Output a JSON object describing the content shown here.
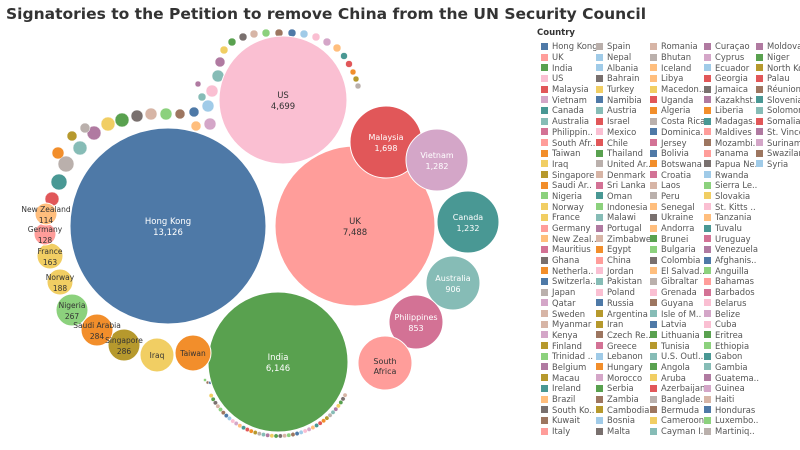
{
  "title": "Signatories to the Petition to remove China from the UN Security Council",
  "chart_data": {
    "type": "packed-bubble",
    "title": "Signatories to the Petition to remove China from the UN Security Council",
    "legend_title": "Country",
    "legend_placement": "right",
    "bubbles": [
      {
        "label": "Hong Kong",
        "value": 13126,
        "display": "13,126",
        "color": "#4e79a7"
      },
      {
        "label": "UK",
        "value": 7488,
        "display": "7,488",
        "color": "#ff9d9a"
      },
      {
        "label": "India",
        "value": 6146,
        "display": "6,146",
        "color": "#59a14f"
      },
      {
        "label": "US",
        "value": 4699,
        "display": "4,699",
        "color": "#fabfd2"
      },
      {
        "label": "Malaysia",
        "value": 1698,
        "display": "1,698",
        "color": "#e15759"
      },
      {
        "label": "Vietnam",
        "value": 1282,
        "display": "1,282",
        "color": "#d4a6c8"
      },
      {
        "label": "Canada",
        "value": 1232,
        "display": "1,232",
        "color": "#499894"
      },
      {
        "label": "Australia",
        "value": 906,
        "display": "906",
        "color": "#86bcb6"
      },
      {
        "label": "Philippines",
        "value": 853,
        "display": "853",
        "color": "#d37295"
      },
      {
        "label": "South Africa",
        "value": null,
        "display": "",
        "color": "#ff9d9a"
      },
      {
        "label": "Taiwan",
        "value": null,
        "display": "",
        "color": "#f28e2b"
      },
      {
        "label": "Iraq",
        "value": null,
        "display": "",
        "color": "#f1ce63"
      },
      {
        "label": "Singapore",
        "value": 286,
        "display": "286",
        "color": "#b6992d"
      },
      {
        "label": "Saudi Arabia",
        "value": 284,
        "display": "284",
        "color": "#f28e2b"
      },
      {
        "label": "Nigeria",
        "value": 267,
        "display": "267",
        "color": "#8cd17d"
      },
      {
        "label": "Norway",
        "value": 188,
        "display": "188",
        "color": "#f1ce63"
      },
      {
        "label": "France",
        "value": 163,
        "display": "163",
        "color": "#f1ce63"
      },
      {
        "label": "Germany",
        "value": 128,
        "display": "128",
        "color": "#ff9d9a"
      },
      {
        "label": "New Zealand",
        "value": 114,
        "display": "114",
        "color": "#ffbe7d"
      }
    ],
    "legend_columns": [
      [
        [
          "Hong Kong",
          "#4e79a7"
        ],
        [
          "UK",
          "#ff9d9a"
        ],
        [
          "India",
          "#59a14f"
        ],
        [
          "US",
          "#fabfd2"
        ],
        [
          "Malaysia",
          "#e15759"
        ],
        [
          "Vietnam",
          "#d4a6c8"
        ],
        [
          "Canada",
          "#499894"
        ],
        [
          "Australia",
          "#86bcb6"
        ],
        [
          "Philippin..",
          "#d37295"
        ],
        [
          "South Afr..",
          "#ff9d9a"
        ],
        [
          "Taiwan",
          "#f28e2b"
        ],
        [
          "Iraq",
          "#f1ce63"
        ],
        [
          "Singapore",
          "#b6992d"
        ],
        [
          "Saudi Ar..",
          "#f28e2b"
        ],
        [
          "Nigeria",
          "#8cd17d"
        ],
        [
          "Norway",
          "#f1ce63"
        ],
        [
          "France",
          "#f1ce63"
        ],
        [
          "Germany",
          "#ff9d9a"
        ],
        [
          "New Zeal..",
          "#ffbe7d"
        ],
        [
          "Mauritius",
          "#d37295"
        ],
        [
          "Ghana",
          "#79706e"
        ],
        [
          "Netherla..",
          "#f28e2b"
        ],
        [
          "Switzerla..",
          "#4e79a7"
        ],
        [
          "Japan",
          "#bab0ac"
        ],
        [
          "Qatar",
          "#d4a6c8"
        ],
        [
          "Sweden",
          "#d7b5a6"
        ],
        [
          "Myanmar",
          "#d7b5a6"
        ],
        [
          "Kenya",
          "#d4a6c8"
        ],
        [
          "Finland",
          "#b6992d"
        ],
        [
          "Trinidad ..",
          "#8cd17d"
        ],
        [
          "Belgium",
          "#b07aa1"
        ],
        [
          "Macau",
          "#b6992d"
        ],
        [
          "Ireland",
          "#499894"
        ],
        [
          "Brazil",
          "#ffbe7d"
        ],
        [
          "South Ko..",
          "#79706e"
        ],
        [
          "Kuwait",
          "#9d7660"
        ],
        [
          "Italy",
          "#ff9d9a"
        ]
      ],
      [
        [
          "Spain",
          "#bab0ac"
        ],
        [
          "Nepal",
          "#a0cbe8"
        ],
        [
          "Albania",
          "#a0cbe8"
        ],
        [
          "Bahrain",
          "#79706e"
        ],
        [
          "Turkey",
          "#f1ce63"
        ],
        [
          "Namibia",
          "#4e79a7"
        ],
        [
          "Austria",
          "#86bcb6"
        ],
        [
          "Israel",
          "#e15759"
        ],
        [
          "Mexico",
          "#fabfd2"
        ],
        [
          "Chile",
          "#e15759"
        ],
        [
          "Thailand",
          "#59a14f"
        ],
        [
          "United Ar..",
          "#bab0ac"
        ],
        [
          "Denmark",
          "#d7b5a6"
        ],
        [
          "Sri Lanka",
          "#d37295"
        ],
        [
          "Oman",
          "#499894"
        ],
        [
          "Indonesia",
          "#8cd17d"
        ],
        [
          "Malawi",
          "#86bcb6"
        ],
        [
          "Portugal",
          "#b07aa1"
        ],
        [
          "Zimbabwe",
          "#d7b5a6"
        ],
        [
          "Egypt",
          "#f28e2b"
        ],
        [
          "China",
          "#ff9d9a"
        ],
        [
          "Jordan",
          "#fabfd2"
        ],
        [
          "Pakistan",
          "#86bcb6"
        ],
        [
          "Poland",
          "#fabfd2"
        ],
        [
          "Russia",
          "#4e79a7"
        ],
        [
          "Argentina",
          "#b6992d"
        ],
        [
          "Iran",
          "#b6992d"
        ],
        [
          "Czech Re..",
          "#9d7660"
        ],
        [
          "Greece",
          "#d37295"
        ],
        [
          "Lebanon",
          "#a0cbe8"
        ],
        [
          "Hungary",
          "#f28e2b"
        ],
        [
          "Morocco",
          "#d4a6c8"
        ],
        [
          "Serbia",
          "#59a14f"
        ],
        [
          "Zambia",
          "#9d7660"
        ],
        [
          "Cambodia",
          "#b6992d"
        ],
        [
          "Bosnia",
          "#a0cbe8"
        ],
        [
          "Malta",
          "#79706e"
        ]
      ],
      [
        [
          "Romania",
          "#d7b5a6"
        ],
        [
          "Bhutan",
          "#bab0ac"
        ],
        [
          "Iceland",
          "#ffbe7d"
        ],
        [
          "Libya",
          "#ffbe7d"
        ],
        [
          "Macedon..",
          "#f1ce63"
        ],
        [
          "Uganda",
          "#e15759"
        ],
        [
          "Algeria",
          "#f28e2b"
        ],
        [
          "Costa Rica",
          "#bab0ac"
        ],
        [
          "Dominica..",
          "#4e79a7"
        ],
        [
          "Jersey",
          "#d37295"
        ],
        [
          "Bolivia",
          "#4e79a7"
        ],
        [
          "Botswana",
          "#f28e2b"
        ],
        [
          "Croatia",
          "#d37295"
        ],
        [
          "Laos",
          "#d7b5a6"
        ],
        [
          "Peru",
          "#bab0ac"
        ],
        [
          "Senegal",
          "#ffbe7d"
        ],
        [
          "Ukraine",
          "#79706e"
        ],
        [
          "Andorra",
          "#ffbe7d"
        ],
        [
          "Brunei",
          "#59a14f"
        ],
        [
          "Bulgaria",
          "#8cd17d"
        ],
        [
          "Colombia",
          "#79706e"
        ],
        [
          "El Salvad..",
          "#ffbe7d"
        ],
        [
          "Gibraltar",
          "#bab0ac"
        ],
        [
          "Grenada",
          "#fabfd2"
        ],
        [
          "Guyana",
          "#9d7660"
        ],
        [
          "Isle of M..",
          "#86bcb6"
        ],
        [
          "Latvia",
          "#4e79a7"
        ],
        [
          "Lithuania",
          "#59a14f"
        ],
        [
          "Tunisia",
          "#b6992d"
        ],
        [
          "U.S. Outl..",
          "#86bcb6"
        ],
        [
          "Angola",
          "#59a14f"
        ],
        [
          "Aruba",
          "#f1ce63"
        ],
        [
          "Azerbaijan",
          "#e15759"
        ],
        [
          "Banglade..",
          "#bab0ac"
        ],
        [
          "Bermuda",
          "#9d7660"
        ],
        [
          "Cameroon",
          "#f1ce63"
        ],
        [
          "Cayman I..",
          "#86bcb6"
        ]
      ],
      [
        [
          "Curaçao",
          "#b07aa1"
        ],
        [
          "Cyprus",
          "#d4a6c8"
        ],
        [
          "Ecuador",
          "#a0cbe8"
        ],
        [
          "Georgia",
          "#e15759"
        ],
        [
          "Jamaica",
          "#79706e"
        ],
        [
          "Kazakhst..",
          "#b07aa1"
        ],
        [
          "Liberia",
          "#f28e2b"
        ],
        [
          "Madagas..",
          "#499894"
        ],
        [
          "Maldives",
          "#ff9d9a"
        ],
        [
          "Mozambi..",
          "#9d7660"
        ],
        [
          "Panama",
          "#ff9d9a"
        ],
        [
          "Papua Ne..",
          "#79706e"
        ],
        [
          "Rwanda",
          "#a0cbe8"
        ],
        [
          "Sierra Le..",
          "#8cd17d"
        ],
        [
          "Slovakia",
          "#f1ce63"
        ],
        [
          "St. Kitts ..",
          "#fabfd2"
        ],
        [
          "Tanzania",
          "#ffbe7d"
        ],
        [
          "Tuvalu",
          "#499894"
        ],
        [
          "Uruguay",
          "#d37295"
        ],
        [
          "Venezuela",
          "#b07aa1"
        ],
        [
          "Afghanis..",
          "#4e79a7"
        ],
        [
          "Anguilla",
          "#8cd17d"
        ],
        [
          "Bahamas",
          "#ff9d9a"
        ],
        [
          "Barbados",
          "#d37295"
        ],
        [
          "Belarus",
          "#fabfd2"
        ],
        [
          "Belize",
          "#d4a6c8"
        ],
        [
          "Cuba",
          "#fabfd2"
        ],
        [
          "Eritrea",
          "#59a14f"
        ],
        [
          "Ethiopia",
          "#8cd17d"
        ],
        [
          "Gabon",
          "#499894"
        ],
        [
          "Gambia",
          "#86bcb6"
        ],
        [
          "Guatema..",
          "#b07aa1"
        ],
        [
          "Guinea",
          "#d4a6c8"
        ],
        [
          "Haiti",
          "#d7b5a6"
        ],
        [
          "Honduras",
          "#4e79a7"
        ],
        [
          "Luxembo..",
          "#8cd17d"
        ],
        [
          "Martiniq..",
          "#bab0ac"
        ]
      ],
      [
        [
          "Moldova",
          "#b07aa1"
        ],
        [
          "Niger",
          "#59a14f"
        ],
        [
          "North Ko..",
          "#b6992d"
        ],
        [
          "Palau",
          "#e15759"
        ],
        [
          "Réunion",
          "#9d7660"
        ],
        [
          "Slovenia",
          "#499894"
        ],
        [
          "Solomon ..",
          "#86bcb6"
        ],
        [
          "Somalia",
          "#e15759"
        ],
        [
          "St. Vince..",
          "#b07aa1"
        ],
        [
          "Suriname",
          "#d4a6c8"
        ],
        [
          "Swaziland",
          "#9d7660"
        ],
        [
          "Syria",
          "#a0cbe8"
        ]
      ]
    ]
  }
}
